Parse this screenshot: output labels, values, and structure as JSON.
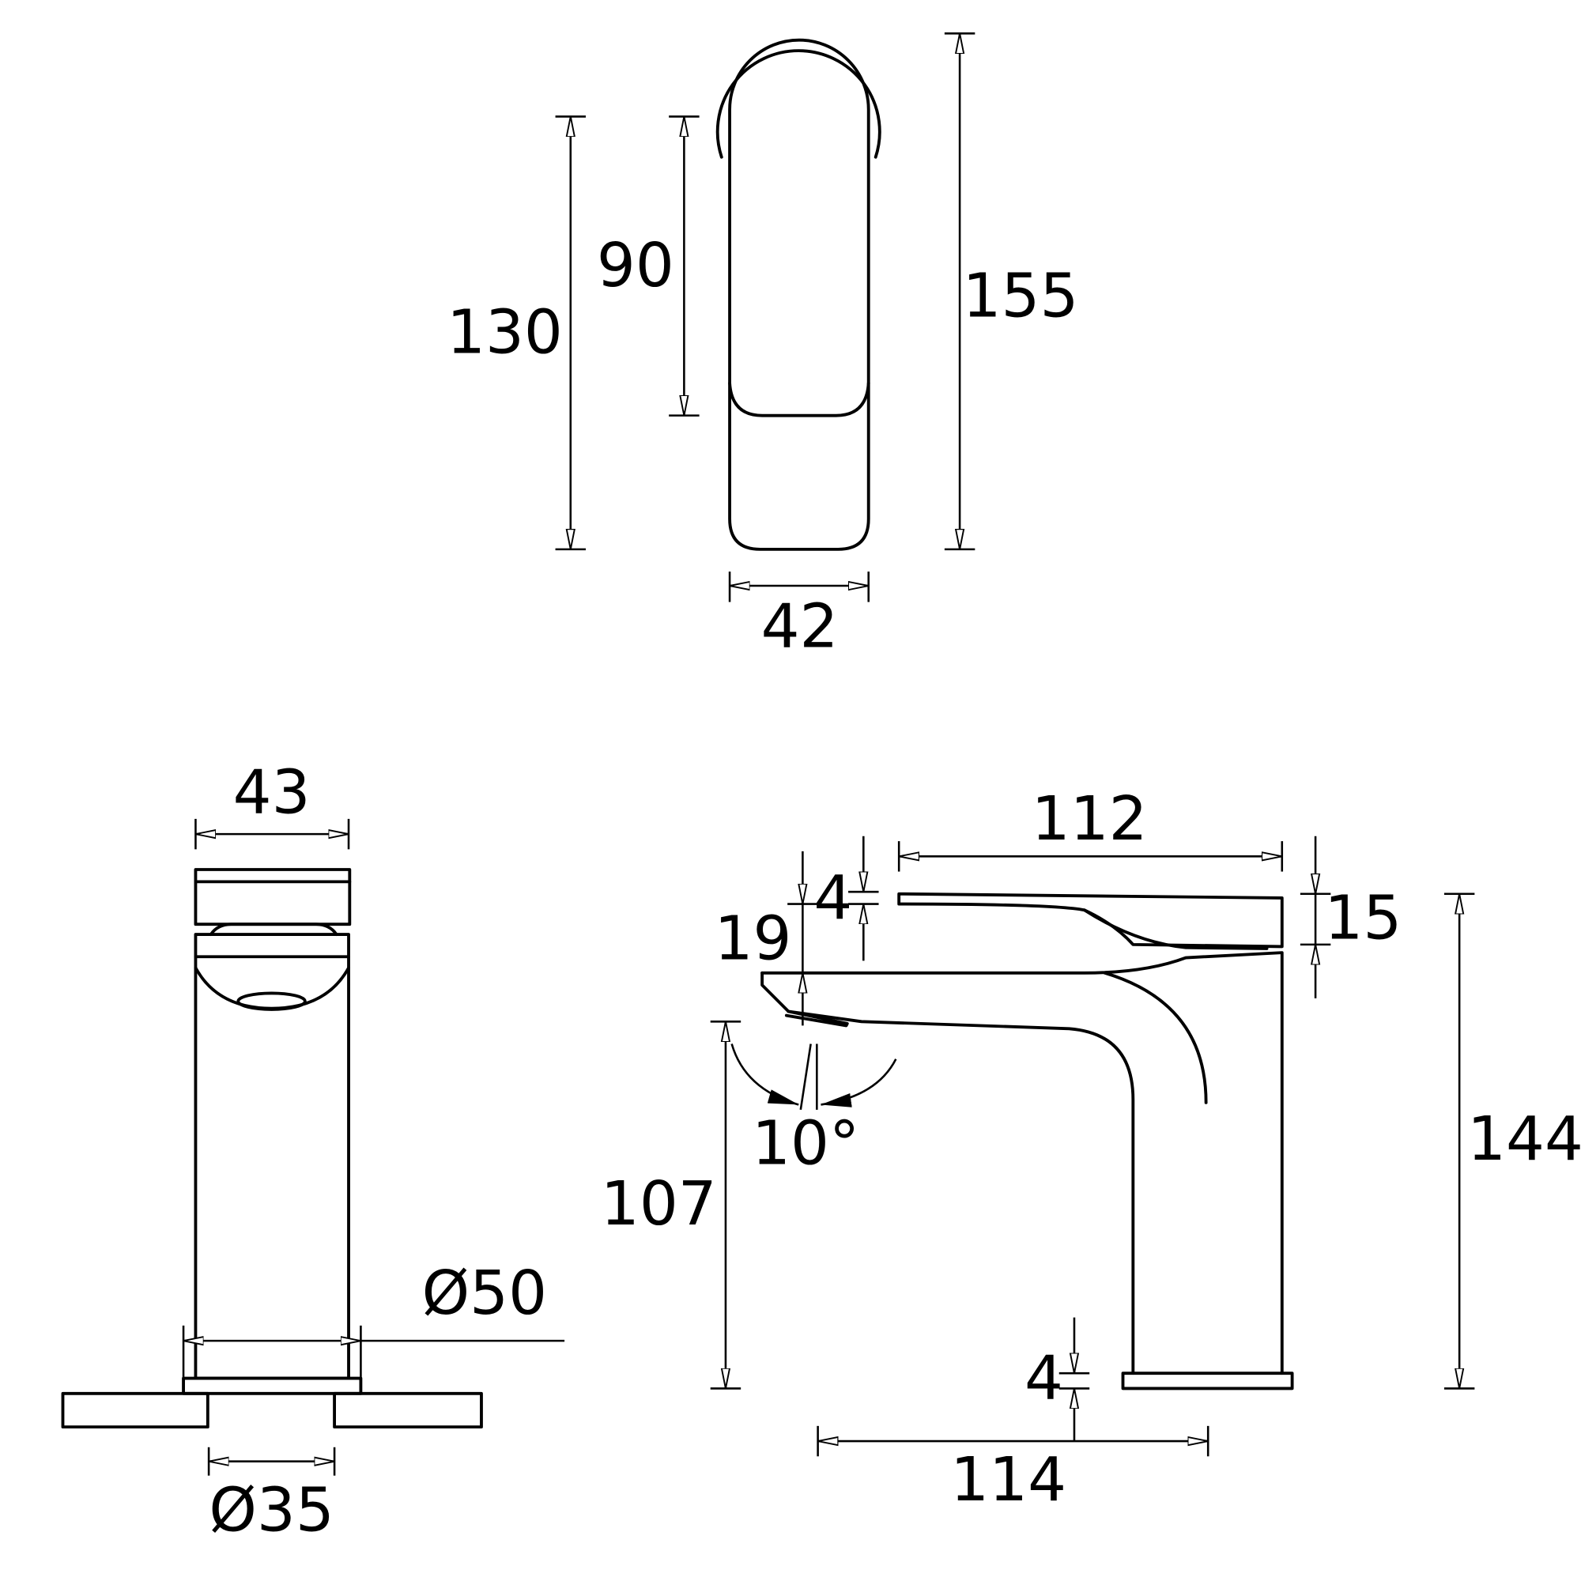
{
  "views": {
    "front_handle": {
      "dimensions": {
        "height_total_left": "130",
        "handle_height": "90",
        "overall_height": "155",
        "width": "42"
      }
    },
    "front_body": {
      "dimensions": {
        "width": "43",
        "base_diameter": "Ø50",
        "hole_diameter": "Ø35"
      }
    },
    "side": {
      "dimensions": {
        "lever_length": "112",
        "lever_thickness": "15",
        "overall_height": "144",
        "lever_gap": "4",
        "spout_offset": "19",
        "tilt_angle": "10°",
        "spout_height": "107",
        "base_thickness": "4",
        "projection": "114"
      }
    }
  },
  "colors": {
    "line": "#000000",
    "background": "#ffffff"
  }
}
